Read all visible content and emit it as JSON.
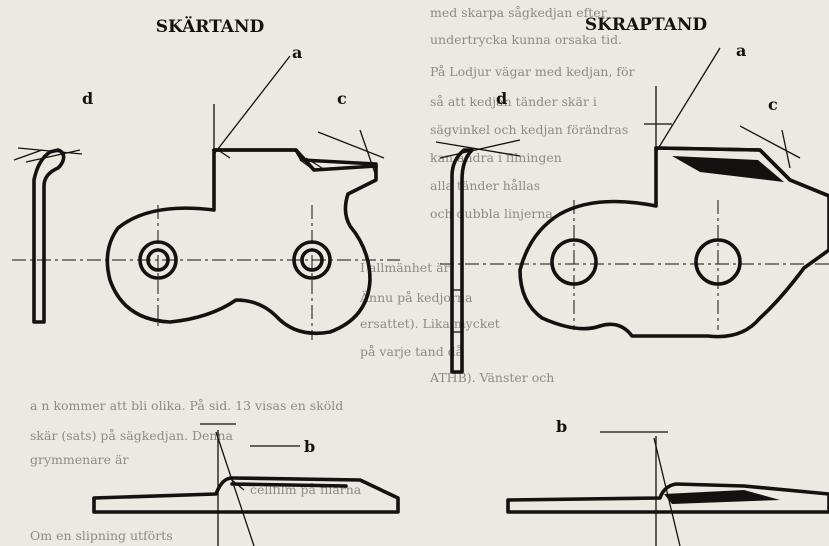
{
  "titles": {
    "left": "SKÄRTAND",
    "right": "SKRAPTAND"
  },
  "labels": {
    "left_a": "a",
    "left_c": "c",
    "left_d": "d",
    "left_b": "b",
    "right_a": "a",
    "right_c": "c",
    "right_d": "d",
    "right_b": "b"
  },
  "background_text": [
    "med skarpa sågkedjan efter",
    "undertrycka kunna orsaka tid.",
    "På Lodjur vägar med kedjan, för",
    "så att kedjan tänder skär i",
    "sägvinkel och kedjan förändras",
    "kan ändra i filningen",
    "alla tänder hållas",
    "och dubbla linjerna",
    "I allmänhet är",
    "Ännu på kedjorna",
    "ersattet). Lika mycket",
    "på varje tand då",
    "ATHB). Vänster och",
    "a n kommer att bli olika. På sid. 13 visas en sköld",
    "skär (sats) på sägkedjan. Denna",
    "grymmenare är",
    "Om en slipning utförts",
    "cellfilm på filarna"
  ],
  "colors": {
    "ink": "#141210",
    "paper": "#ece8e2",
    "faded_text": "#8f8a84"
  }
}
